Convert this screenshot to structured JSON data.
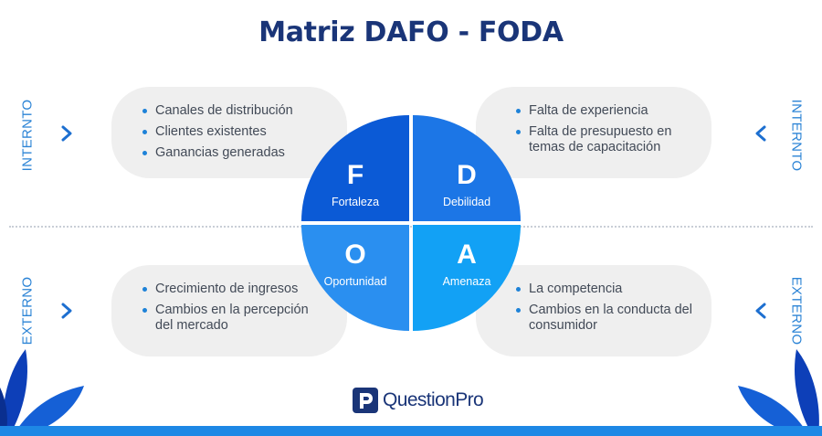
{
  "title": "Matriz DAFO - FODA",
  "quadrants": {
    "f": {
      "letter": "F",
      "word": "Fortaleza"
    },
    "d": {
      "letter": "D",
      "word": "Debilidad"
    },
    "o": {
      "letter": "O",
      "word": "Oportunidad"
    },
    "a": {
      "letter": "A",
      "word": "Amenaza"
    }
  },
  "cards": {
    "top_left": [
      "Canales de distribución",
      "Clientes existentes",
      "Ganancias generadas"
    ],
    "top_right": [
      "Falta de experiencia",
      "Falta de presupuesto en temas de capacitación"
    ],
    "bottom_left": [
      "Crecimiento de ingresos",
      "Cambios en la percepción del mercado"
    ],
    "bottom_right": [
      "La competencia",
      "Cambios en la conducta del consumidor"
    ]
  },
  "side_labels": {
    "left_internal": "INTERNTO",
    "left_external": "EXTERNO",
    "right_internal": "INTERNTO",
    "right_external": "EXTERNO"
  },
  "brand": {
    "name": "QuestionPro"
  },
  "colors": {
    "title": "#1a3578",
    "fortaleza": "#0b5ad6",
    "debilidad": "#1c76e6",
    "oportunidad": "#2a8ff0",
    "amenaza": "#12a1f5",
    "accent": "#2c84d6",
    "card_bg": "#efefef"
  },
  "icons": [
    "chevron-right-icon",
    "chevron-left-icon",
    "leaf-decoration-icon",
    "questionpro-logo-icon"
  ]
}
